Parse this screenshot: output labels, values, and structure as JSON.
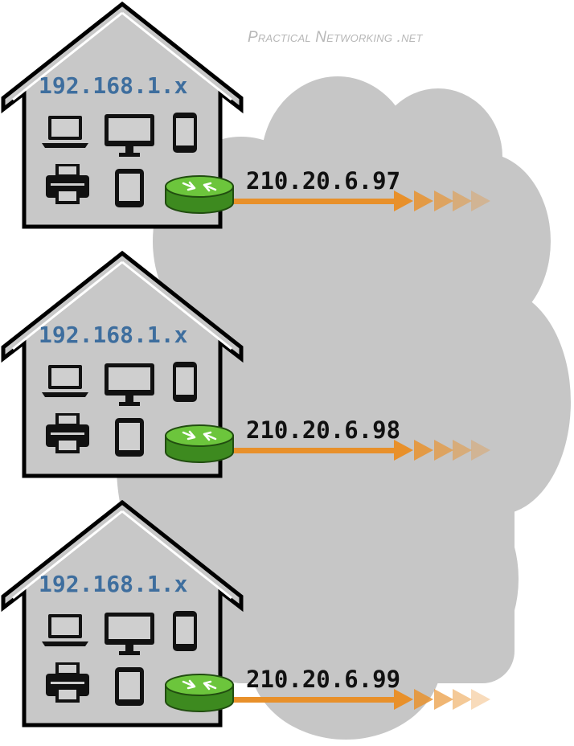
{
  "watermark": "Practical Networking .net",
  "colors": {
    "cloud": "#c6c6c6",
    "house_fill": "#c8c8c8",
    "house_stroke": "#000000",
    "lan_text": "#3e6e9e",
    "router": "#6cc53c",
    "link": "#e8902a"
  },
  "houses": [
    {
      "lan": "192.168.1.x",
      "public_ip": "210.20.6.97",
      "devices": [
        "laptop-icon",
        "monitor-icon",
        "phone-icon",
        "printer-icon",
        "tablet-icon",
        "router-icon"
      ]
    },
    {
      "lan": "192.168.1.x",
      "public_ip": "210.20.6.98",
      "devices": [
        "laptop-icon",
        "monitor-icon",
        "phone-icon",
        "printer-icon",
        "tablet-icon",
        "router-icon"
      ]
    },
    {
      "lan": "192.168.1.x",
      "public_ip": "210.20.6.99",
      "devices": [
        "laptop-icon",
        "monitor-icon",
        "phone-icon",
        "printer-icon",
        "tablet-icon",
        "router-icon"
      ]
    }
  ]
}
